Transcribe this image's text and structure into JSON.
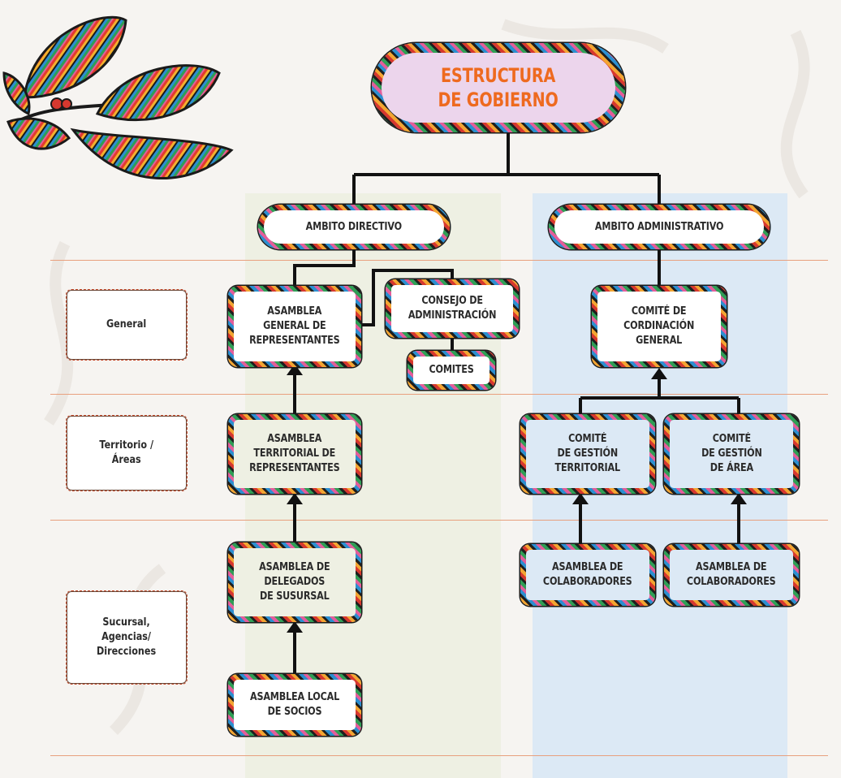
{
  "diagram": {
    "title": "ESTRUCTURA\nDE GOBIERNO",
    "ambits": {
      "directivo": "AMBITO DIRECTIVO",
      "administrativo": "AMBITO ADMINISTRATIVO"
    },
    "levels": {
      "general": "General",
      "territorio": "Territorio /\nÁreas",
      "sucursal": "Sucursal,\nAgencias/\nDirecciones"
    },
    "nodes": {
      "asamblea_general": "ASAMBLEA\nGENERAL DE\nREPRESENTANTES",
      "consejo_administracion": "CONSEJO DE\nADMINISTRACIÓN",
      "comites": "COMITES",
      "comite_coordinacion": "COMITÉ DE\nCORDINACIÓN\nGENERAL",
      "asamblea_territorial": "ASAMBLEA\nTERRITORIAL DE\nREPRESENTANTES",
      "comite_gestion_territorial": "COMITÉ\nDE GESTIÓN\nTERRITORIAL",
      "comite_gestion_area": "COMITÉ\nDE GESTIÓN\nDE ÁREA",
      "asamblea_delegados": "ASAMBLEA DE\nDELEGADOS\nDE SUSURSAL",
      "asamblea_colaboradores_1": "ASAMBLEA DE\nCOLABORADORES",
      "asamblea_colaboradores_2": "ASAMBLEA DE\nCOLABORADORES",
      "asamblea_local": "ASAMBLEA LOCAL\nDE SOCIOS"
    }
  },
  "colors": {
    "title_text": "#ee6a1f",
    "title_fill": "#ecd5ec",
    "directivo_band": "#eef0e3",
    "administrativo_band": "#dce9f5",
    "divider": "#e8a07e"
  },
  "decoration": {
    "icon": "colorful-leaf-branch-icon"
  }
}
